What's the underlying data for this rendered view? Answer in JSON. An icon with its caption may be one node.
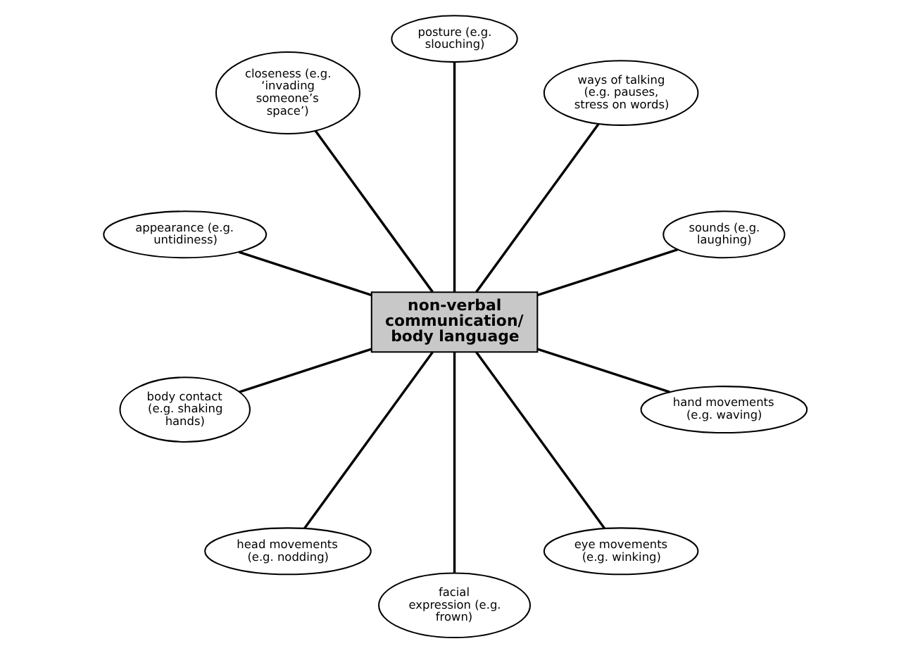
{
  "diagram": {
    "nodes": [
      {
        "text": [
          "sounds (e.g. laughing)"
        ]
      },
      {
        "text": [
          "ways of talking (e.g. pauses, stress on words)"
        ]
      },
      {
        "text": [
          "posture (e.g. slouching)"
        ]
      },
      {
        "text": [
          "closeness (e.g. ‘invading someone’s space’)"
        ]
      },
      {
        "text": [
          "non-verbal communication/ body language"
        ]
      },
      {
        "text": [
          "appearance (e.g. untidiness)"
        ]
      },
      {
        "text": [
          "body contact (e.g. shaking hands)"
        ]
      },
      {
        "text": [
          "head movements (e.g. nodding)"
        ]
      },
      {
        "text": [
          "facial expression (e.g. frown)"
        ]
      },
      {
        "text": [
          "eye movements (e.g. winking)"
        ]
      },
      {
        "text": [
          "hand movements (e.g. waving)"
        ]
      }
    ],
    "edges": [
      {
        "from": 4,
        "to": 0,
        "arrow": "none"
      },
      {
        "from": 4,
        "to": 1,
        "arrow": "none"
      },
      {
        "from": 4,
        "to": 2,
        "arrow": "none"
      },
      {
        "from": 4,
        "to": 3,
        "arrow": "none"
      },
      {
        "from": 4,
        "to": 5,
        "arrow": "none"
      },
      {
        "from": 4,
        "to": 6,
        "arrow": "none"
      },
      {
        "from": 4,
        "to": 7,
        "arrow": "none"
      },
      {
        "from": 4,
        "to": 8,
        "arrow": "none"
      },
      {
        "from": 4,
        "to": 9,
        "arrow": "none"
      },
      {
        "from": 4,
        "to": 10,
        "arrow": "none"
      }
    ]
  }
}
